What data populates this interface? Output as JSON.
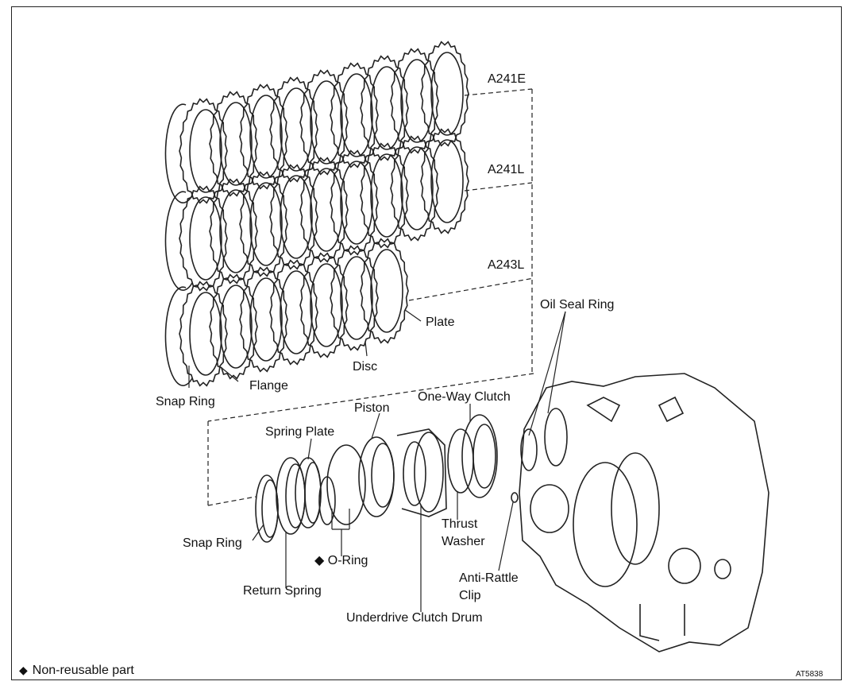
{
  "labels": {
    "a241e": "A241E",
    "a241l": "A241L",
    "a243l": "A243L",
    "plate": "Plate",
    "disc": "Disc",
    "flange": "Flange",
    "snap_ring_top": "Snap Ring",
    "oil_seal_ring": "Oil Seal Ring",
    "one_way_clutch": "One-Way Clutch",
    "piston": "Piston",
    "spring_plate": "Spring Plate",
    "thrust_washer_1": "Thrust",
    "thrust_washer_2": "Washer",
    "snap_ring_bottom": "Snap Ring",
    "o_ring": "O-Ring",
    "return_spring": "Return Spring",
    "anti_rattle_1": "Anti-Rattle",
    "anti_rattle_2": "Clip",
    "underdrive_drum": "Underdrive Clutch Drum"
  },
  "footnote": {
    "symbol": "◆",
    "text": "Non-reusable part"
  },
  "figure_code": "AT5838",
  "o_ring_marker": "◆"
}
